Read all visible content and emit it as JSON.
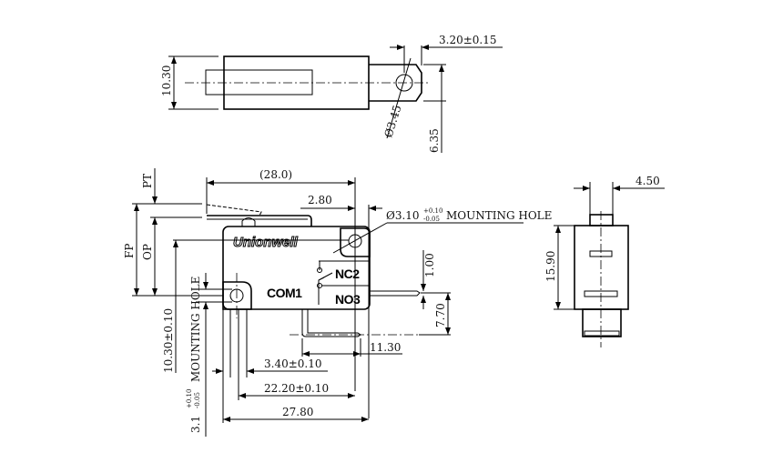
{
  "top_view": {
    "height_dim": "10.30",
    "tab_width_dim": "3.20±0.15",
    "hole_dia_dim": "Ø3.45",
    "tab_offset_dim": "6.35"
  },
  "front_view": {
    "brand": "Unionwell",
    "terminals": {
      "com": "COM1",
      "nc": "NC2",
      "no": "NO3"
    },
    "overall_lever_dim": "(28.0)",
    "hole_offset_dim": "2.80",
    "mounting_hole": {
      "dia": "Ø3.10",
      "tol_upper": "+0.10",
      "tol_lower": "-0.05",
      "label": "MOUNTING HOLE"
    },
    "pt_label": "PT",
    "fp_label": "FP",
    "op_label": "OP",
    "hole_height_dim": "10.30±0.10",
    "left_mounting_hole": {
      "dia": "3.1",
      "tol_upper": "+0.10",
      "tol_lower": "-0.05",
      "label": "MOUNTING HOLE"
    },
    "pin_thickness_dim": "1.00",
    "pin_height_dim": "7.70",
    "pin_offset_dim": "11.30",
    "hole_edge_dim": "3.40±0.10",
    "hole_spacing_dim": "22.20±0.10",
    "body_length_dim": "27.80"
  },
  "side_view": {
    "width_dim": "4.50",
    "height_dim": "15.90"
  }
}
